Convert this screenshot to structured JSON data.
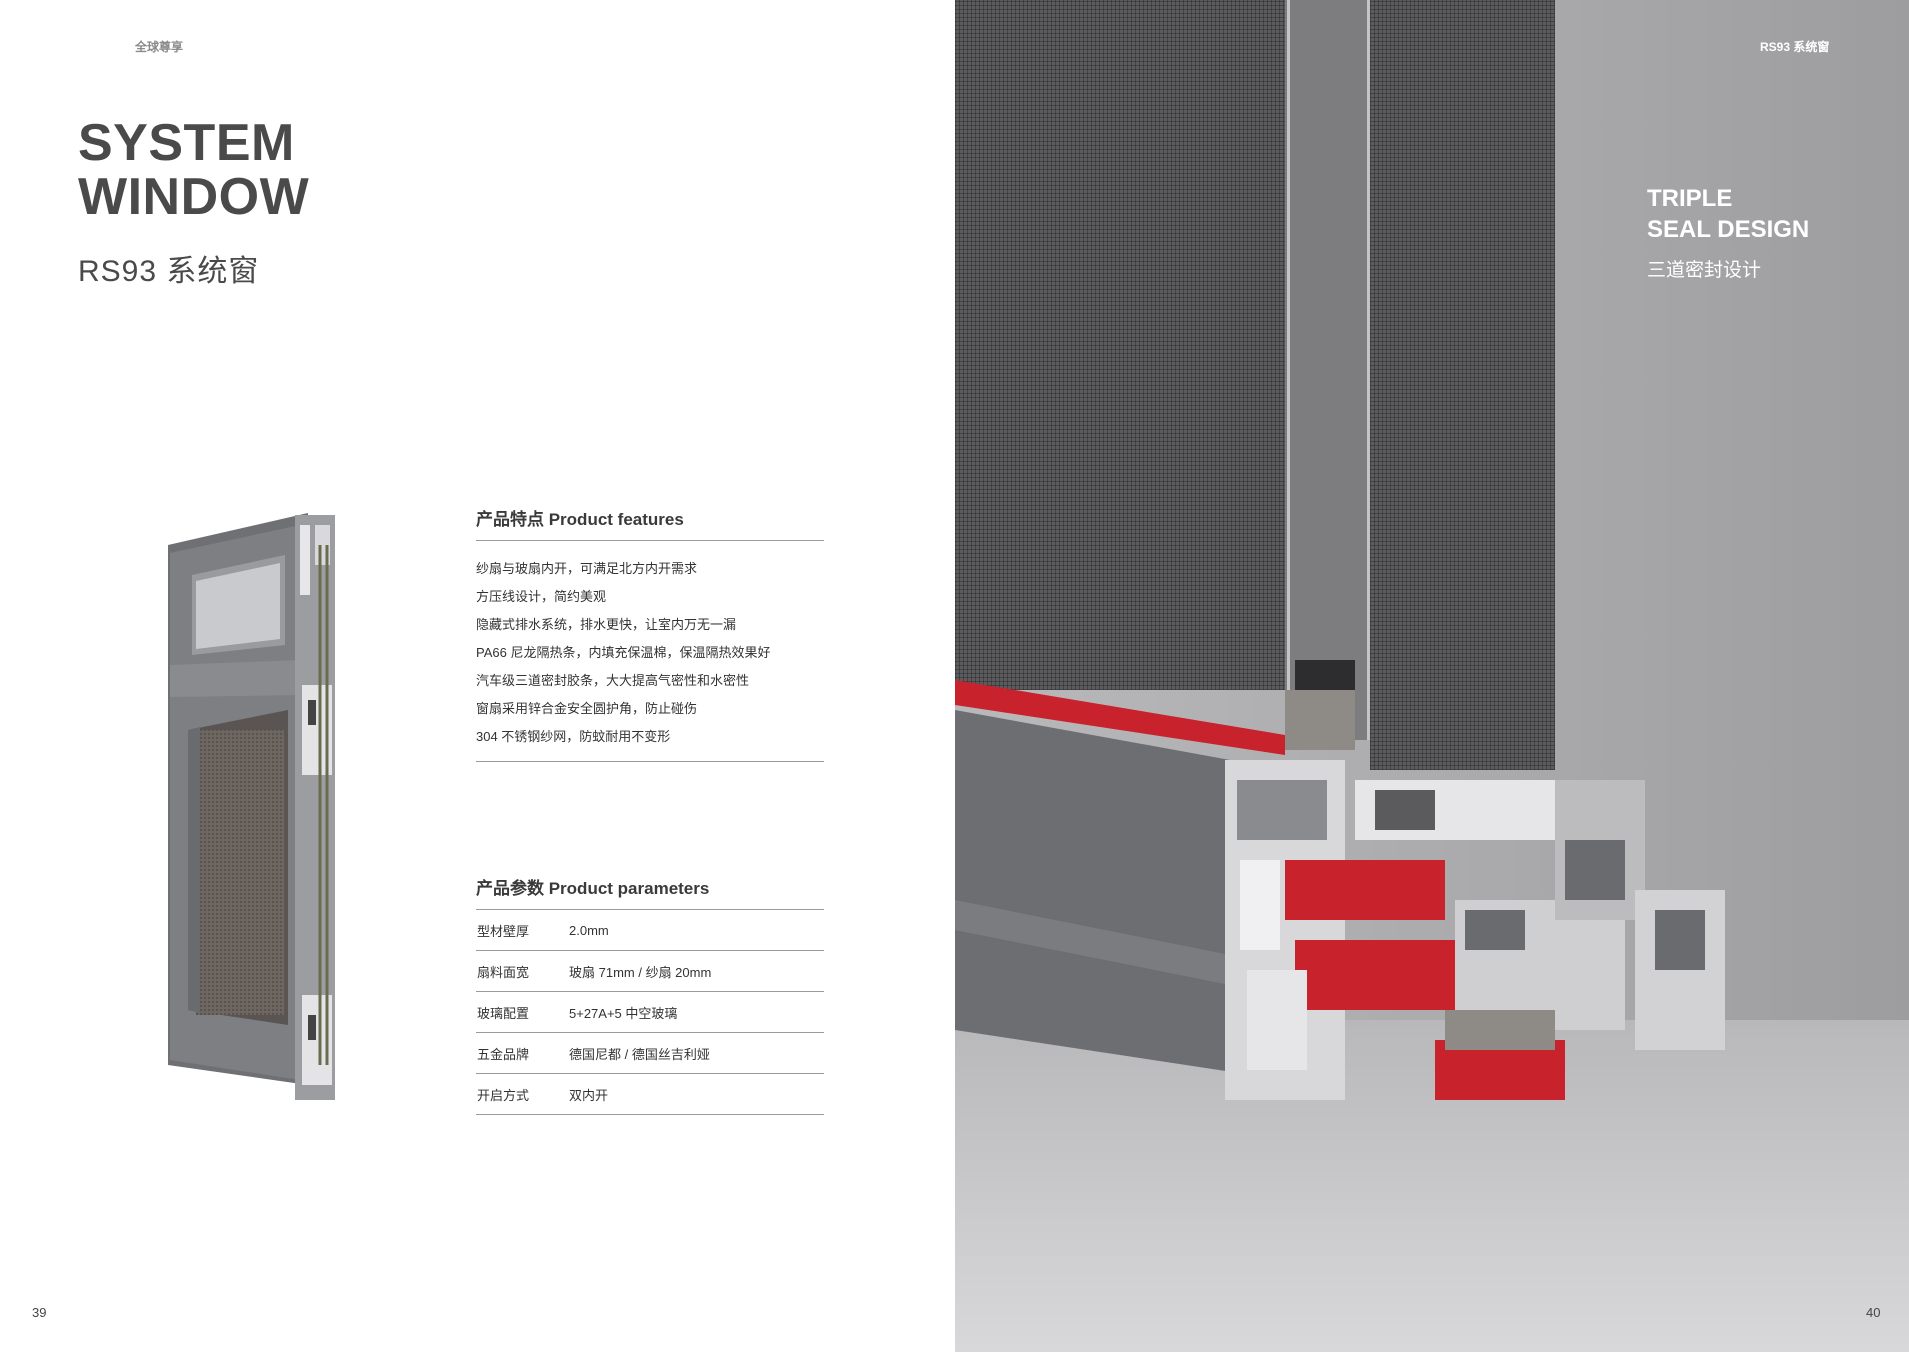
{
  "left_page": {
    "header": "全球尊享",
    "title_en": [
      "SYSTEM",
      "WINDOW"
    ],
    "title_cn": "RS93 系统窗",
    "features": {
      "heading": "产品特点 Product features",
      "items": [
        "纱扇与玻扇内开，可满足北方内开需求",
        "方压线设计，简约美观",
        "隐藏式排水系统，排水更快，让室内万无一漏",
        "PA66 尼龙隔热条，内填充保温棉，保温隔热效果好",
        "汽车级三道密封胶条，大大提高气密性和水密性",
        "窗扇采用锌合金安全圆护角，防止碰伤",
        "304 不锈钢纱网，防蚊耐用不变形"
      ]
    },
    "parameters": {
      "heading": "产品参数 Product parameters",
      "rows": [
        {
          "label": "型材壁厚",
          "value": "2.0mm"
        },
        {
          "label": "扇料面宽",
          "value": "玻扇 71mm / 纱扇 20mm"
        },
        {
          "label": "玻璃配置",
          "value": "5+27A+5 中空玻璃"
        },
        {
          "label": "五金品牌",
          "value": "德国尼都 / 德国丝吉利娅"
        },
        {
          "label": "开启方式",
          "value": "双内开"
        }
      ]
    },
    "page_number": "39"
  },
  "right_page": {
    "header": "RS93 系统窗",
    "title_en": [
      "TRIPLE",
      "SEAL DESIGN"
    ],
    "title_cn": "三道密封设计",
    "page_number": "40"
  },
  "colors": {
    "title_gray": "#4a4a4a",
    "rule_gray": "#9a9a9a",
    "seal_red": "#c8232c",
    "profile_gray": "#7b7c80"
  }
}
